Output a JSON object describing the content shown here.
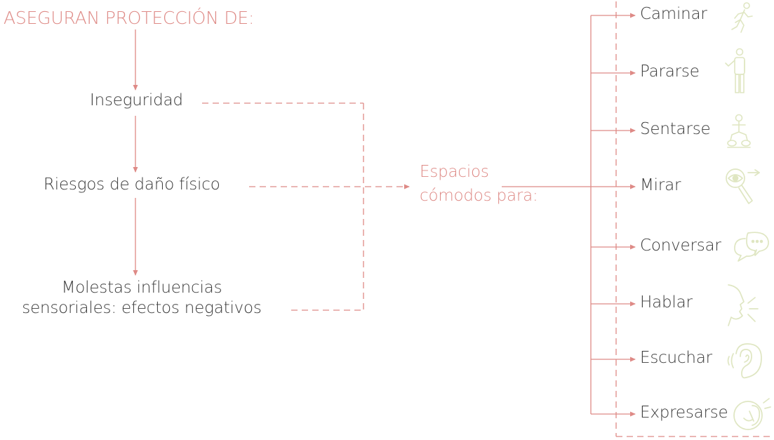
{
  "heading": "ASEGURAN PROTECCIÓN DE:",
  "threats": {
    "inseguridad": "Inseguridad",
    "riesgos": "Riesgos de daño físico",
    "molestas_line1": "Molestas influencias",
    "molestas_line2": "sensoriales: efectos negativos"
  },
  "target": {
    "line1": "Espacios",
    "line2": "cómodos para:"
  },
  "activities": [
    {
      "label": "Caminar",
      "icon": "walking-icon"
    },
    {
      "label": "Pararse",
      "icon": "standing-icon"
    },
    {
      "label": "Sentarse",
      "icon": "sitting-icon"
    },
    {
      "label": "Mirar",
      "icon": "eye-magnifier-icon"
    },
    {
      "label": "Conversar",
      "icon": "speech-bubbles-icon"
    },
    {
      "label": "Hablar",
      "icon": "speaking-face-icon"
    },
    {
      "label": "Escuchar",
      "icon": "ear-icon"
    },
    {
      "label": "Expresarse",
      "icon": "head-expression-icon"
    }
  ],
  "colors": {
    "accent": "#de8a86",
    "text": "#3b3b3b",
    "icon": "#dfe6c2"
  }
}
